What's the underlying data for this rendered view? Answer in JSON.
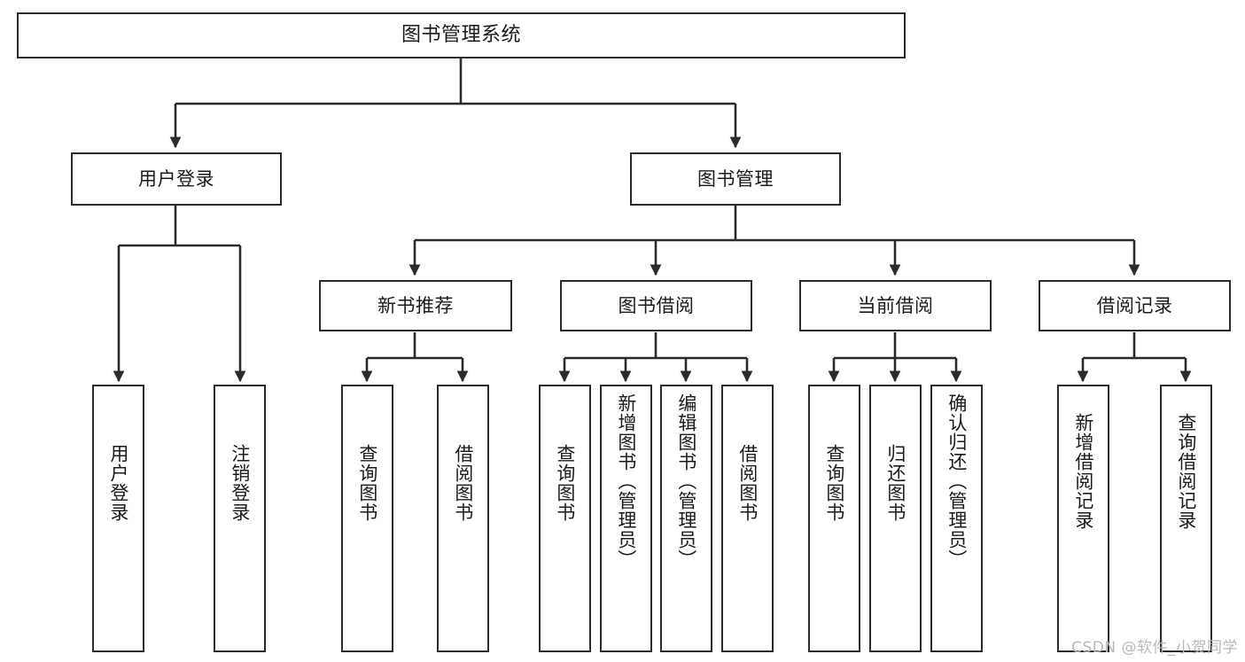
{
  "diagram": {
    "title": "图书管理系统",
    "type": "功能结构图",
    "stroke_color": "#2b2b2b",
    "fill_color": "#ffffff",
    "text_color": "#1a1a1a"
  },
  "watermark": {
    "text": "CSDN @软件_小贺同学",
    "color": "#b9b9b9"
  },
  "nodes": {
    "root": {
      "label": "图书管理系统"
    },
    "level2": [
      {
        "id": "user-login",
        "label": "用户登录"
      },
      {
        "id": "book-manage",
        "label": "图书管理"
      }
    ],
    "level3": [
      {
        "id": "new-book-recommend",
        "label": "新书推荐"
      },
      {
        "id": "book-borrow",
        "label": "图书借阅"
      },
      {
        "id": "current-borrow",
        "label": "当前借阅"
      },
      {
        "id": "borrow-record",
        "label": "借阅记录"
      }
    ],
    "leaves": {
      "user_login": [
        {
          "id": "leaf-user-login",
          "label": "用户登录"
        },
        {
          "id": "leaf-user-logout",
          "label": "注销登录"
        }
      ],
      "new_book_recommend": [
        {
          "id": "leaf-query-book-1",
          "label": "查询图书"
        },
        {
          "id": "leaf-borrow-book-1",
          "label": "借阅图书"
        }
      ],
      "book_borrow": [
        {
          "id": "leaf-query-book-2",
          "label": "查询图书"
        },
        {
          "id": "leaf-add-book",
          "label": "新增图书（管理员）"
        },
        {
          "id": "leaf-edit-book",
          "label": "编辑图书（管理员）"
        },
        {
          "id": "leaf-borrow-book-2",
          "label": "借阅图书"
        }
      ],
      "current_borrow": [
        {
          "id": "leaf-query-book-3",
          "label": "查询图书"
        },
        {
          "id": "leaf-return-book",
          "label": "归还图书"
        },
        {
          "id": "leaf-confirm-return",
          "label": "确认归还（管理员）"
        }
      ],
      "borrow_record": [
        {
          "id": "leaf-add-record",
          "label": "新增借阅记录"
        },
        {
          "id": "leaf-query-record",
          "label": "查询借阅记录"
        }
      ]
    }
  }
}
